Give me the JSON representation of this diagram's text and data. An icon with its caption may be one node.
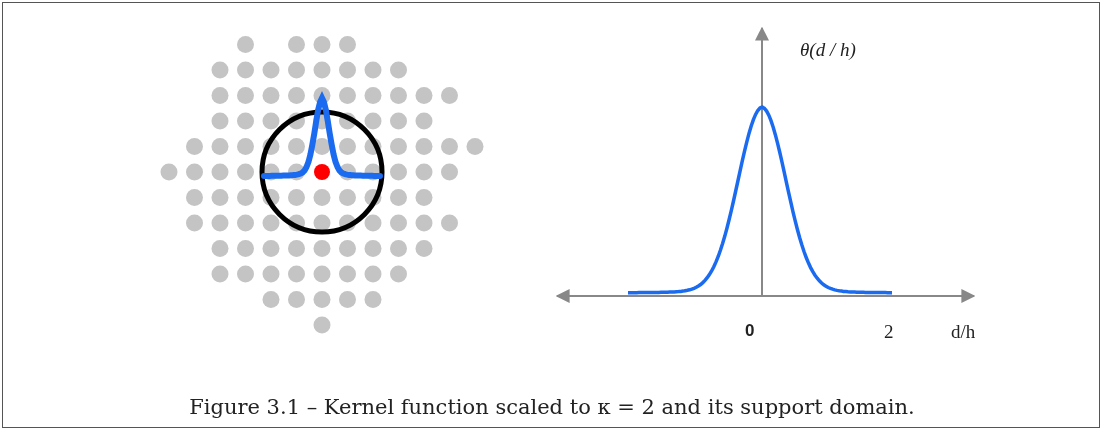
{
  "diagram": {
    "caption": "Figure 3.1 – Kernel function scaled to κ = 2 and its support domain.",
    "labels": [
      "θ(d / h)",
      "0",
      "2",
      "d/h"
    ]
  }
}
